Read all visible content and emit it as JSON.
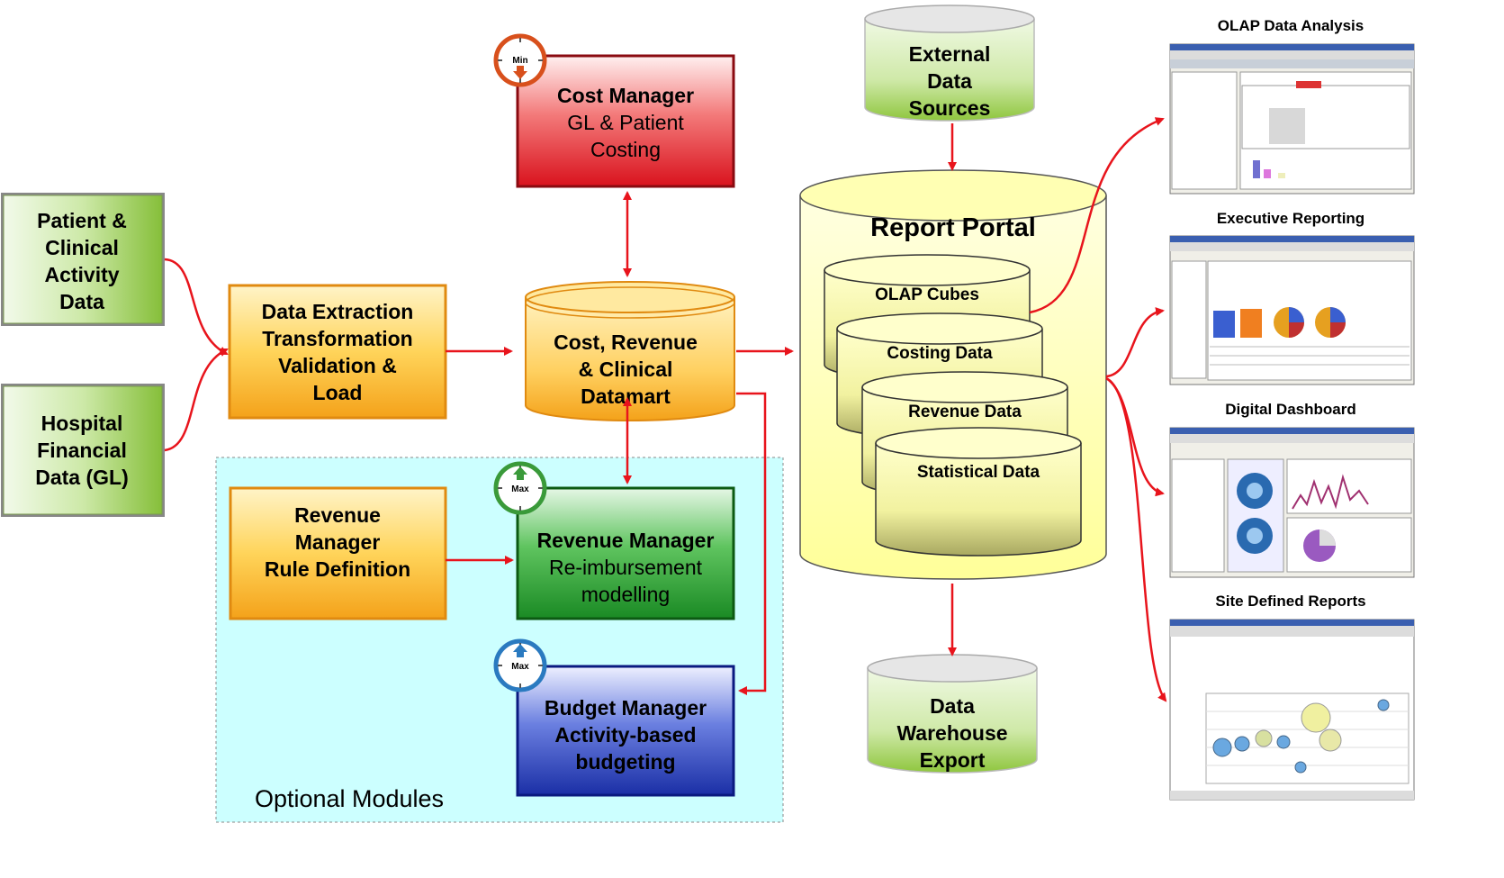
{
  "inputs": {
    "patient": [
      "Patient &",
      "Clinical",
      "Activity",
      "Data"
    ],
    "hospital": [
      "Hospital",
      "Financial",
      "Data (GL)"
    ]
  },
  "etl": [
    "Data Extraction",
    "Transformation",
    "Validation &",
    "Load"
  ],
  "cost_manager": {
    "title": "Cost Manager",
    "lines": [
      "GL & Patient",
      "Costing"
    ],
    "clock": "Min"
  },
  "datamart": [
    "Cost, Revenue",
    "& Clinical",
    "Datamart"
  ],
  "revenue_rule": [
    "Revenue",
    "Manager",
    "Rule Definition"
  ],
  "revenue_manager": {
    "title": "Revenue Manager",
    "lines": [
      "Re-imbursement",
      "modelling"
    ],
    "clock": "Max"
  },
  "budget_manager": {
    "title": "Budget Manager",
    "lines": [
      "Activity-based",
      "budgeting"
    ],
    "clock": "Max"
  },
  "optional_modules": "Optional Modules",
  "external": [
    "External",
    "Data",
    "Sources"
  ],
  "report_portal": {
    "title": "Report Portal",
    "stores": [
      "OLAP Cubes",
      "Costing Data",
      "Revenue Data",
      "Statistical Data"
    ]
  },
  "warehouse": [
    "Data",
    "Warehouse",
    "Export"
  ],
  "outputs": [
    "OLAP Data Analysis",
    "Executive Reporting",
    "Digital Dashboard",
    "Site Defined Reports"
  ],
  "colors": {
    "arrow": "#e8141c",
    "green": "#8fc63e",
    "orange": "#f7a81b",
    "red": "#d9121d",
    "dark_green": "#1a8a24",
    "blue": "#1b2fa6",
    "cylinder": "#ffff99",
    "optional_bg": "#ccffff"
  }
}
